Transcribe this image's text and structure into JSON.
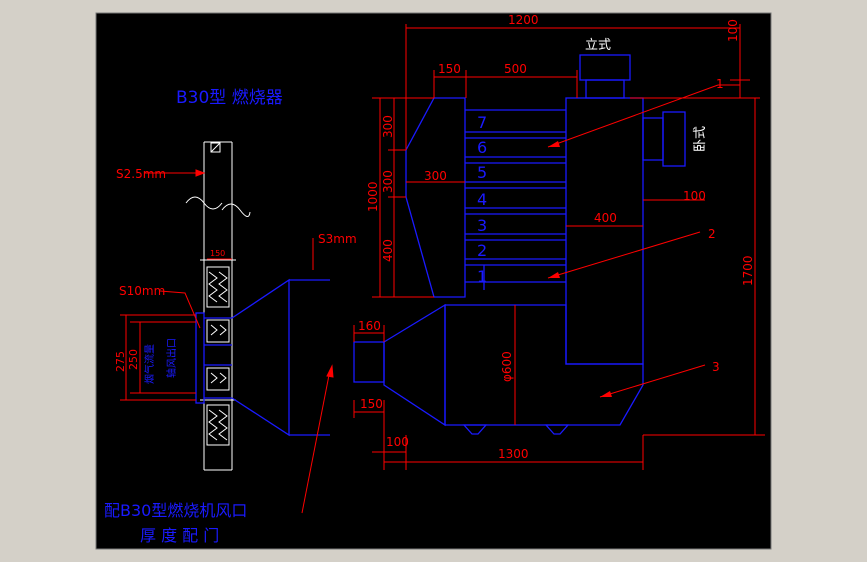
{
  "colors": {
    "frame_bg": "#d4d0c8",
    "sheet_bg": "#000000",
    "dim": "#ff0000",
    "outline": "#1a1aff",
    "white": "#ffffff",
    "yellow": "#ffff00"
  },
  "left_view": {
    "title": "B30型 燃烧器",
    "note_s25": "S2.5mm",
    "note_s3": "S3mm",
    "note_s10": "S10mm",
    "dim_top": "150",
    "dim_275": "275",
    "dim_250": "250",
    "label_a": "烟气流量",
    "label_b": "轴风出口",
    "caption_line1": "配B30型燃烧机风口",
    "caption_line2": "厚 度 配 门"
  },
  "right_view": {
    "dim_1200": "1200",
    "dim_150": "150",
    "dim_500": "500",
    "dim_100_top": "100",
    "dim_300a": "300",
    "dim_300b": "300",
    "dim_1000": "1000",
    "dim_400_left": "400",
    "dim_300_mid": "300",
    "dim_100_right": "100",
    "dim_400_mid": "400",
    "dim_1700": "1700",
    "dim_160": "160",
    "dim_150_bottom": "150",
    "dim_600": "φ600",
    "dim_100_bottom": "100",
    "dim_1300": "1300",
    "label_vertical_outlet": "立式",
    "label_horizontal_outlet": "卧式",
    "callout_1": "1",
    "callout_2": "2",
    "callout_3": "3",
    "tube_numbers": [
      "7",
      "6",
      "5",
      "4",
      "3",
      "2",
      "1"
    ]
  }
}
